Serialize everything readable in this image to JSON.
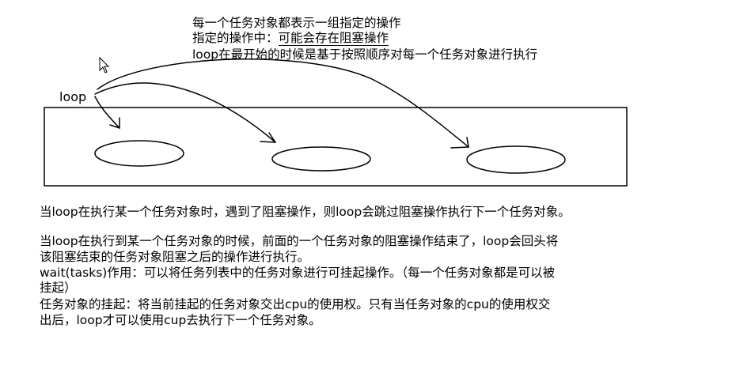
{
  "notes": [
    "每一个任务对象都表示一组指定的操作",
    "指定的操作中：可能会存在阻塞操作",
    "loop在最开始的时候是基于按照顺序对每一个任务对象进行执行"
  ],
  "notes_underlined_part": "可能会存在阻塞操作",
  "notes_prefix_line2": "指定的操作中：",
  "diagram": {
    "loop_label": "loop",
    "task_count": 3
  },
  "paragraphs": [
    "当loop在执行某一个任务对象时，遇到了阻塞操作，则loop会跳过阻塞操作执行下一个任务对象。",
    "当loop在执行到某一个任务对象的时候，前面的一个任务对象的阻塞操作结束了，loop会回头将",
    "该阻塞结束的任务对象阻塞之后的操作进行执行。",
    "wait(tasks)作用：可以将任务列表中的任务对象进行可挂起操作。（每一个任务对象都是可以被",
    "挂起）",
    "任务对象的挂起：将当前挂起的任务对象交出cpu的使用权。只有当任务对象的cpu的使用权交",
    "出后，loop才可以使用cup去执行下一个任务对象。"
  ],
  "colors": {
    "ink": "#000000",
    "background": "#ffffff"
  },
  "icons": [
    "mouse-cursor-icon"
  ]
}
